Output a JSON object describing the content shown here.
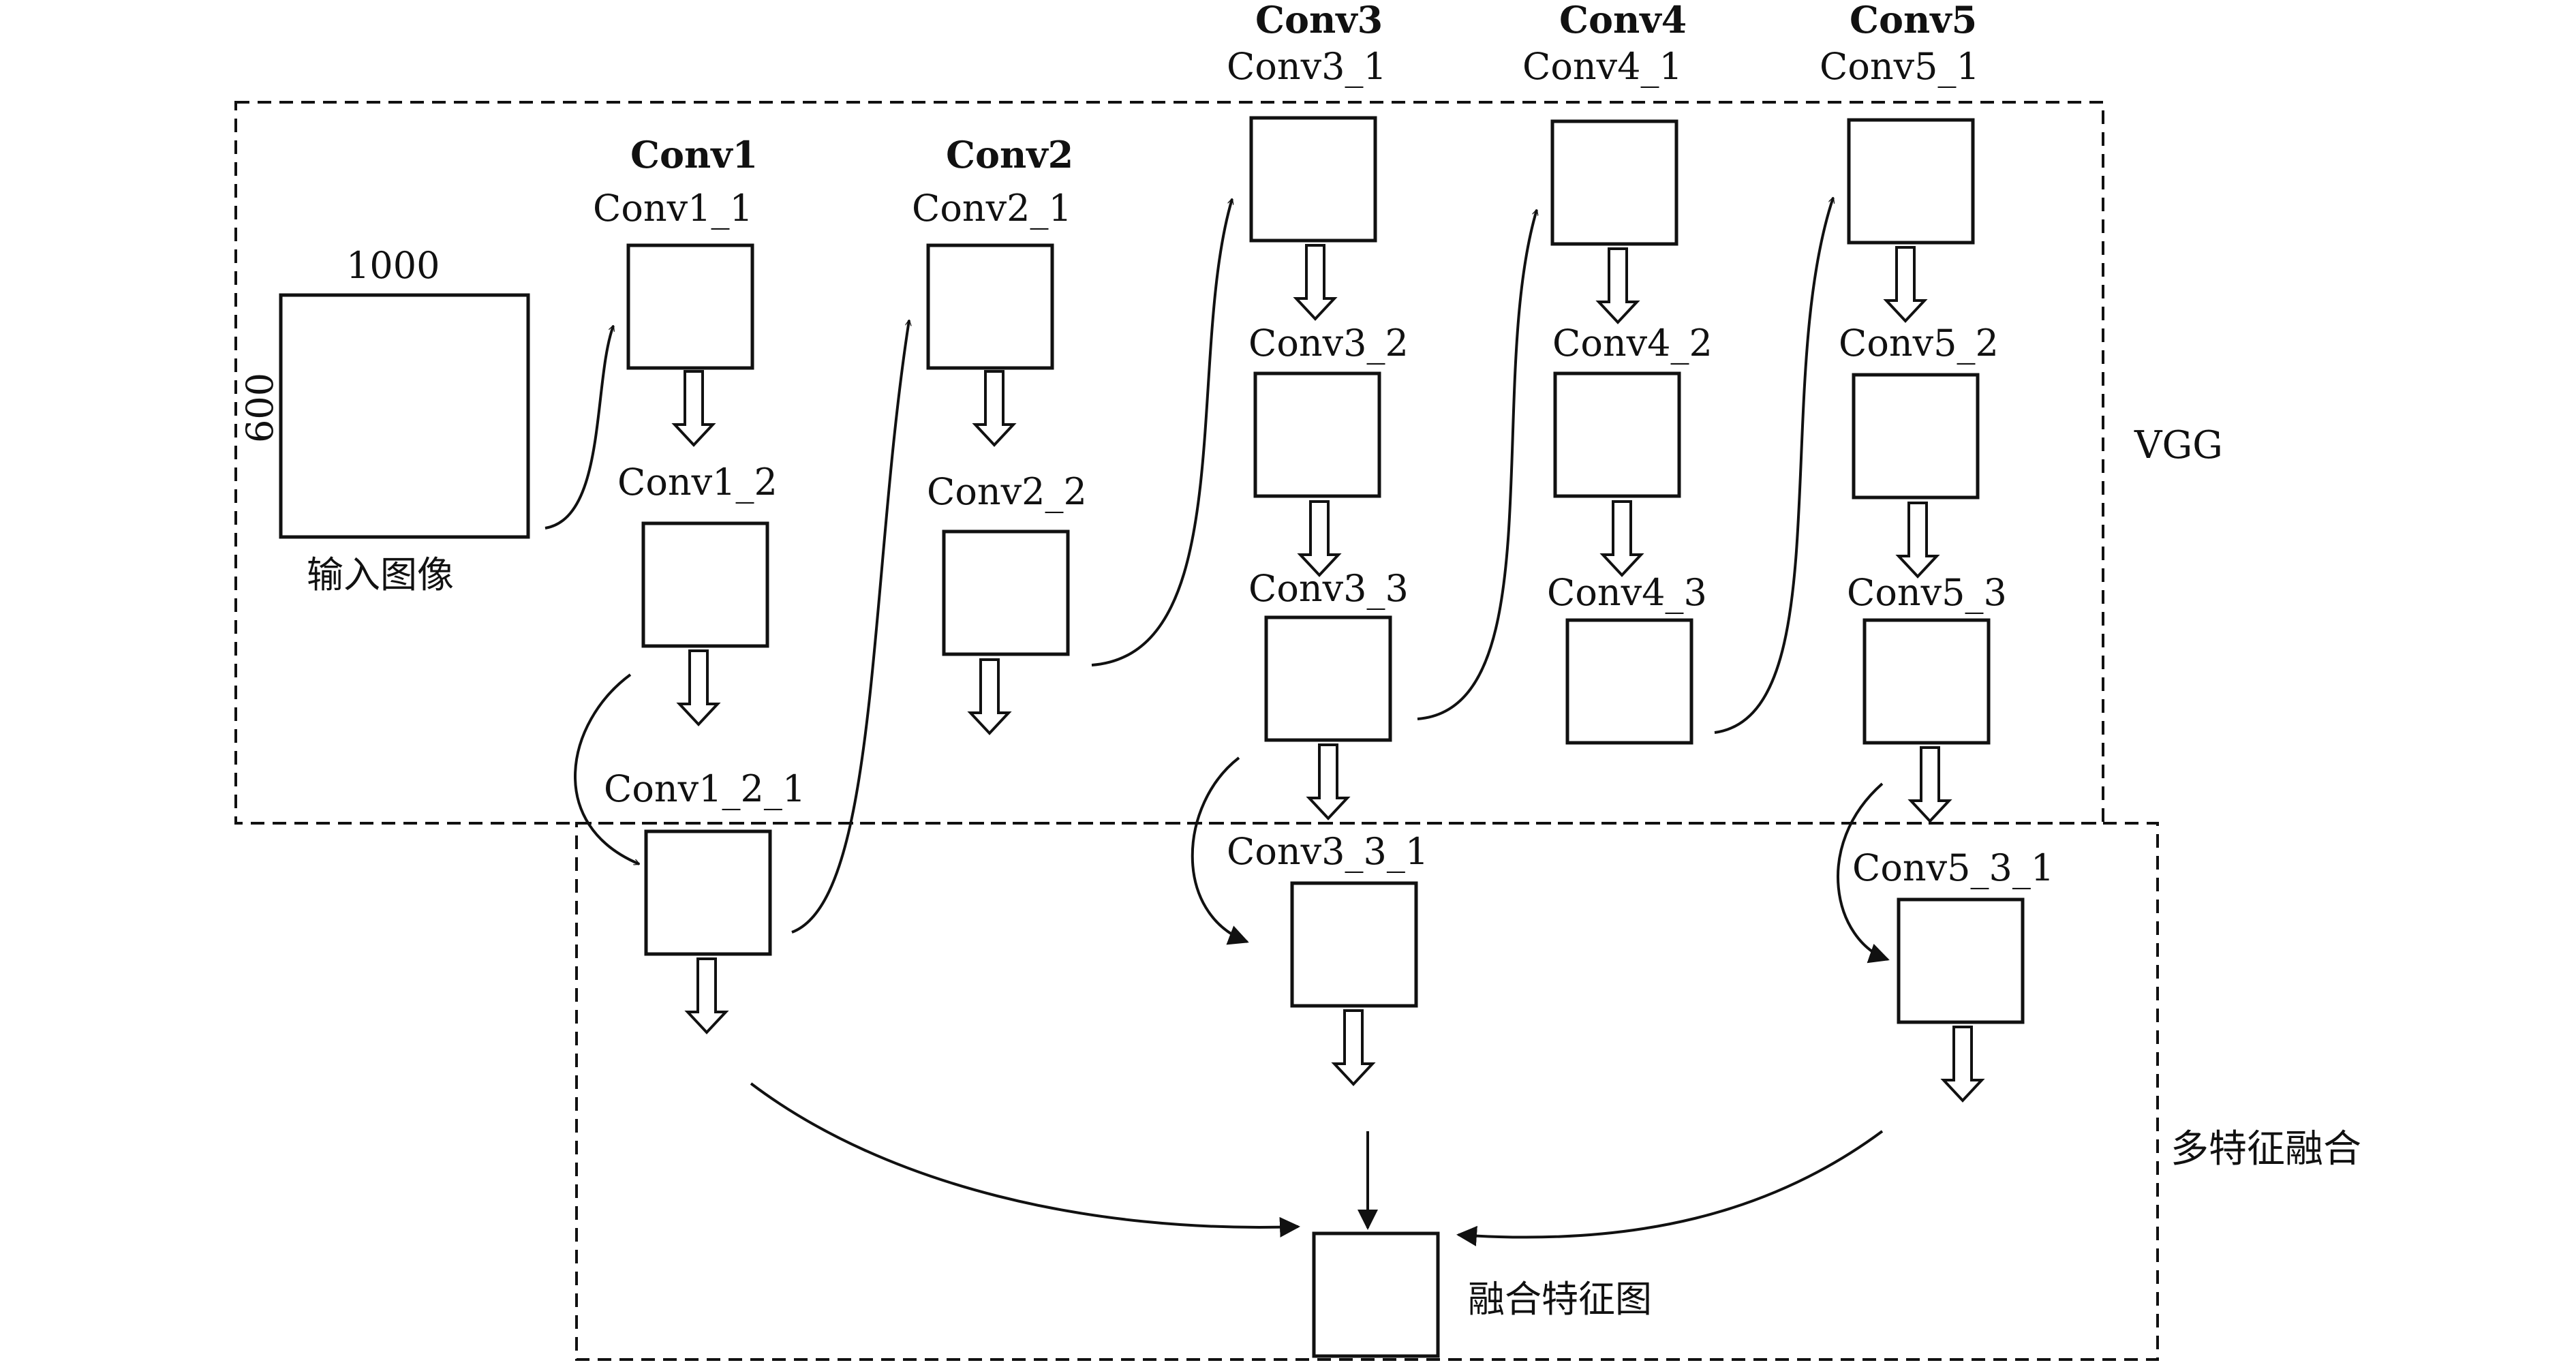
{
  "input": {
    "width_label": "1000",
    "height_label": "600",
    "caption": "输入图像"
  },
  "groups": {
    "conv1": "Conv1",
    "conv2": "Conv2",
    "conv3": "Conv3",
    "conv4": "Conv4",
    "conv5": "Conv5"
  },
  "layers": {
    "conv1_1": "Conv1_1",
    "conv1_2": "Conv1_2",
    "conv1_2_1": "Conv1_2_1",
    "conv2_1": "Conv2_1",
    "conv2_2": "Conv2_2",
    "conv3_1": "Conv3_1",
    "conv3_2": "Conv3_2",
    "conv3_3": "Conv3_3",
    "conv3_3_1": "Conv3_3_1",
    "conv4_1": "Conv4_1",
    "conv4_2": "Conv4_2",
    "conv4_3": "Conv4_3",
    "conv5_1": "Conv5_1",
    "conv5_2": "Conv5_2",
    "conv5_3": "Conv5_3",
    "conv5_3_1": "Conv5_3_1"
  },
  "regions": {
    "vgg": "VGG",
    "fusion": "多特征融合"
  },
  "output": {
    "caption": "融合特征图"
  }
}
